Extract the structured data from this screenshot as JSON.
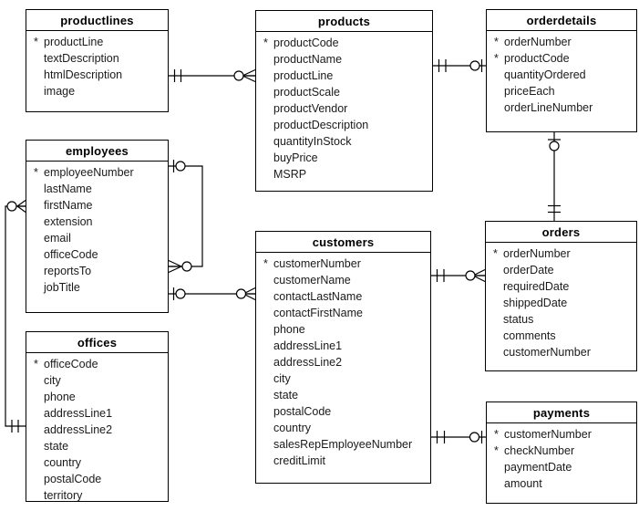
{
  "key_marker": "*",
  "colors": {
    "canvas_bg": "#ffffff",
    "table_bg": "#ffffff",
    "table_border": "#000000",
    "title_text": "#000000",
    "field_text": "#1a1a1a",
    "connector_line": "#000000"
  },
  "tables": [
    {
      "id": "productlines",
      "title": "productlines",
      "fields": [
        {
          "key": true,
          "name": "productLine"
        },
        {
          "key": false,
          "name": "textDescription"
        },
        {
          "key": false,
          "name": "htmlDescription"
        },
        {
          "key": false,
          "name": "image"
        }
      ]
    },
    {
      "id": "products",
      "title": "products",
      "fields": [
        {
          "key": true,
          "name": "productCode"
        },
        {
          "key": false,
          "name": "productName"
        },
        {
          "key": false,
          "name": "productLine"
        },
        {
          "key": false,
          "name": "productScale"
        },
        {
          "key": false,
          "name": "productVendor"
        },
        {
          "key": false,
          "name": "productDescription"
        },
        {
          "key": false,
          "name": "quantityInStock"
        },
        {
          "key": false,
          "name": "buyPrice"
        },
        {
          "key": false,
          "name": "MSRP"
        }
      ]
    },
    {
      "id": "orderdetails",
      "title": "orderdetails",
      "fields": [
        {
          "key": true,
          "name": "orderNumber"
        },
        {
          "key": true,
          "name": "productCode"
        },
        {
          "key": false,
          "name": "quantityOrdered"
        },
        {
          "key": false,
          "name": "priceEach"
        },
        {
          "key": false,
          "name": "orderLineNumber"
        }
      ]
    },
    {
      "id": "employees",
      "title": "employees",
      "fields": [
        {
          "key": true,
          "name": "employeeNumber"
        },
        {
          "key": false,
          "name": "lastName"
        },
        {
          "key": false,
          "name": "firstName"
        },
        {
          "key": false,
          "name": "extension"
        },
        {
          "key": false,
          "name": "email"
        },
        {
          "key": false,
          "name": "officeCode"
        },
        {
          "key": false,
          "name": "reportsTo"
        },
        {
          "key": false,
          "name": "jobTitle"
        }
      ]
    },
    {
      "id": "customers",
      "title": "customers",
      "fields": [
        {
          "key": true,
          "name": "customerNumber"
        },
        {
          "key": false,
          "name": "customerName"
        },
        {
          "key": false,
          "name": "contactLastName"
        },
        {
          "key": false,
          "name": "contactFirstName"
        },
        {
          "key": false,
          "name": "phone"
        },
        {
          "key": false,
          "name": "addressLine1"
        },
        {
          "key": false,
          "name": "addressLine2"
        },
        {
          "key": false,
          "name": "city"
        },
        {
          "key": false,
          "name": "state"
        },
        {
          "key": false,
          "name": "postalCode"
        },
        {
          "key": false,
          "name": "country"
        },
        {
          "key": false,
          "name": "salesRepEmployeeNumber"
        },
        {
          "key": false,
          "name": "creditLimit"
        }
      ]
    },
    {
      "id": "orders",
      "title": "orders",
      "fields": [
        {
          "key": true,
          "name": "orderNumber"
        },
        {
          "key": false,
          "name": "orderDate"
        },
        {
          "key": false,
          "name": "requiredDate"
        },
        {
          "key": false,
          "name": "shippedDate"
        },
        {
          "key": false,
          "name": "status"
        },
        {
          "key": false,
          "name": "comments"
        },
        {
          "key": false,
          "name": "customerNumber"
        }
      ]
    },
    {
      "id": "offices",
      "title": "offices",
      "fields": [
        {
          "key": true,
          "name": "officeCode"
        },
        {
          "key": false,
          "name": "city"
        },
        {
          "key": false,
          "name": "phone"
        },
        {
          "key": false,
          "name": "addressLine1"
        },
        {
          "key": false,
          "name": "addressLine2"
        },
        {
          "key": false,
          "name": "state"
        },
        {
          "key": false,
          "name": "country"
        },
        {
          "key": false,
          "name": "postalCode"
        },
        {
          "key": false,
          "name": "territory"
        }
      ]
    },
    {
      "id": "payments",
      "title": "payments",
      "fields": [
        {
          "key": true,
          "name": "customerNumber"
        },
        {
          "key": true,
          "name": "checkNumber"
        },
        {
          "key": false,
          "name": "paymentDate"
        },
        {
          "key": false,
          "name": "amount"
        }
      ]
    }
  ],
  "relationships": [
    {
      "id": "r1",
      "from": "productlines",
      "to": "products",
      "from_cardinality": "exactly-one",
      "to_cardinality": "zero-or-many"
    },
    {
      "id": "r2",
      "from": "products",
      "to": "orderdetails",
      "from_cardinality": "exactly-one",
      "to_cardinality": "zero-or-one"
    },
    {
      "id": "r3",
      "from": "orderdetails",
      "to": "orders",
      "from_cardinality": "zero-or-one",
      "to_cardinality": "exactly-one"
    },
    {
      "id": "r4",
      "from": "customers",
      "to": "orders",
      "from_cardinality": "exactly-one",
      "to_cardinality": "zero-or-many"
    },
    {
      "id": "r5",
      "from": "customers",
      "to": "payments",
      "from_cardinality": "exactly-one",
      "to_cardinality": "zero-or-one"
    },
    {
      "id": "r6",
      "from": "employees",
      "to": "customers",
      "from_cardinality": "zero-or-one",
      "to_cardinality": "zero-or-many"
    },
    {
      "id": "r7",
      "from": "employees",
      "to": "employees",
      "from_cardinality": "zero-or-one",
      "to_cardinality": "zero-or-many"
    },
    {
      "id": "r8",
      "from": "offices",
      "to": "employees",
      "from_cardinality": "exactly-one",
      "to_cardinality": "zero-or-many"
    }
  ]
}
